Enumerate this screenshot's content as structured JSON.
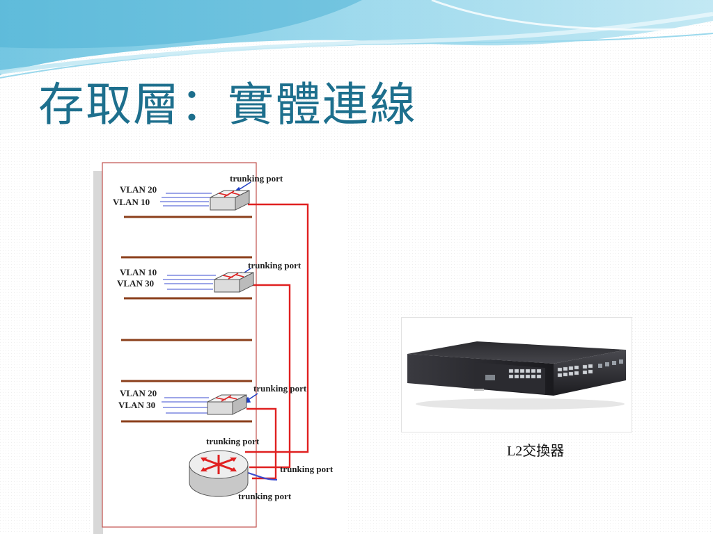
{
  "slide": {
    "title": "存取層：實體連線",
    "caption": "L2交換器"
  },
  "diagram": {
    "floors": [
      {
        "vlans": [
          "VLAN 20",
          "VLAN 10"
        ],
        "port_label": "trunking port"
      },
      {
        "vlans": [
          "VLAN 10",
          "VLAN 30"
        ],
        "port_label": "trunking port"
      },
      {
        "vlans": [
          "VLAN 20",
          "VLAN 30"
        ],
        "port_label": "trunking port"
      }
    ],
    "router_port_labels": [
      "trunking port",
      "trunking port",
      "trunking port"
    ]
  },
  "colors": {
    "title": "#1d6f8d",
    "trunk_cable": "#e02020",
    "vlan_line": "#3a4bd0",
    "floor_bar": "#8b3f1b",
    "building_border": "#c0504d",
    "wave_light": "#bfe7f3",
    "wave_dark": "#6cc3e0"
  }
}
